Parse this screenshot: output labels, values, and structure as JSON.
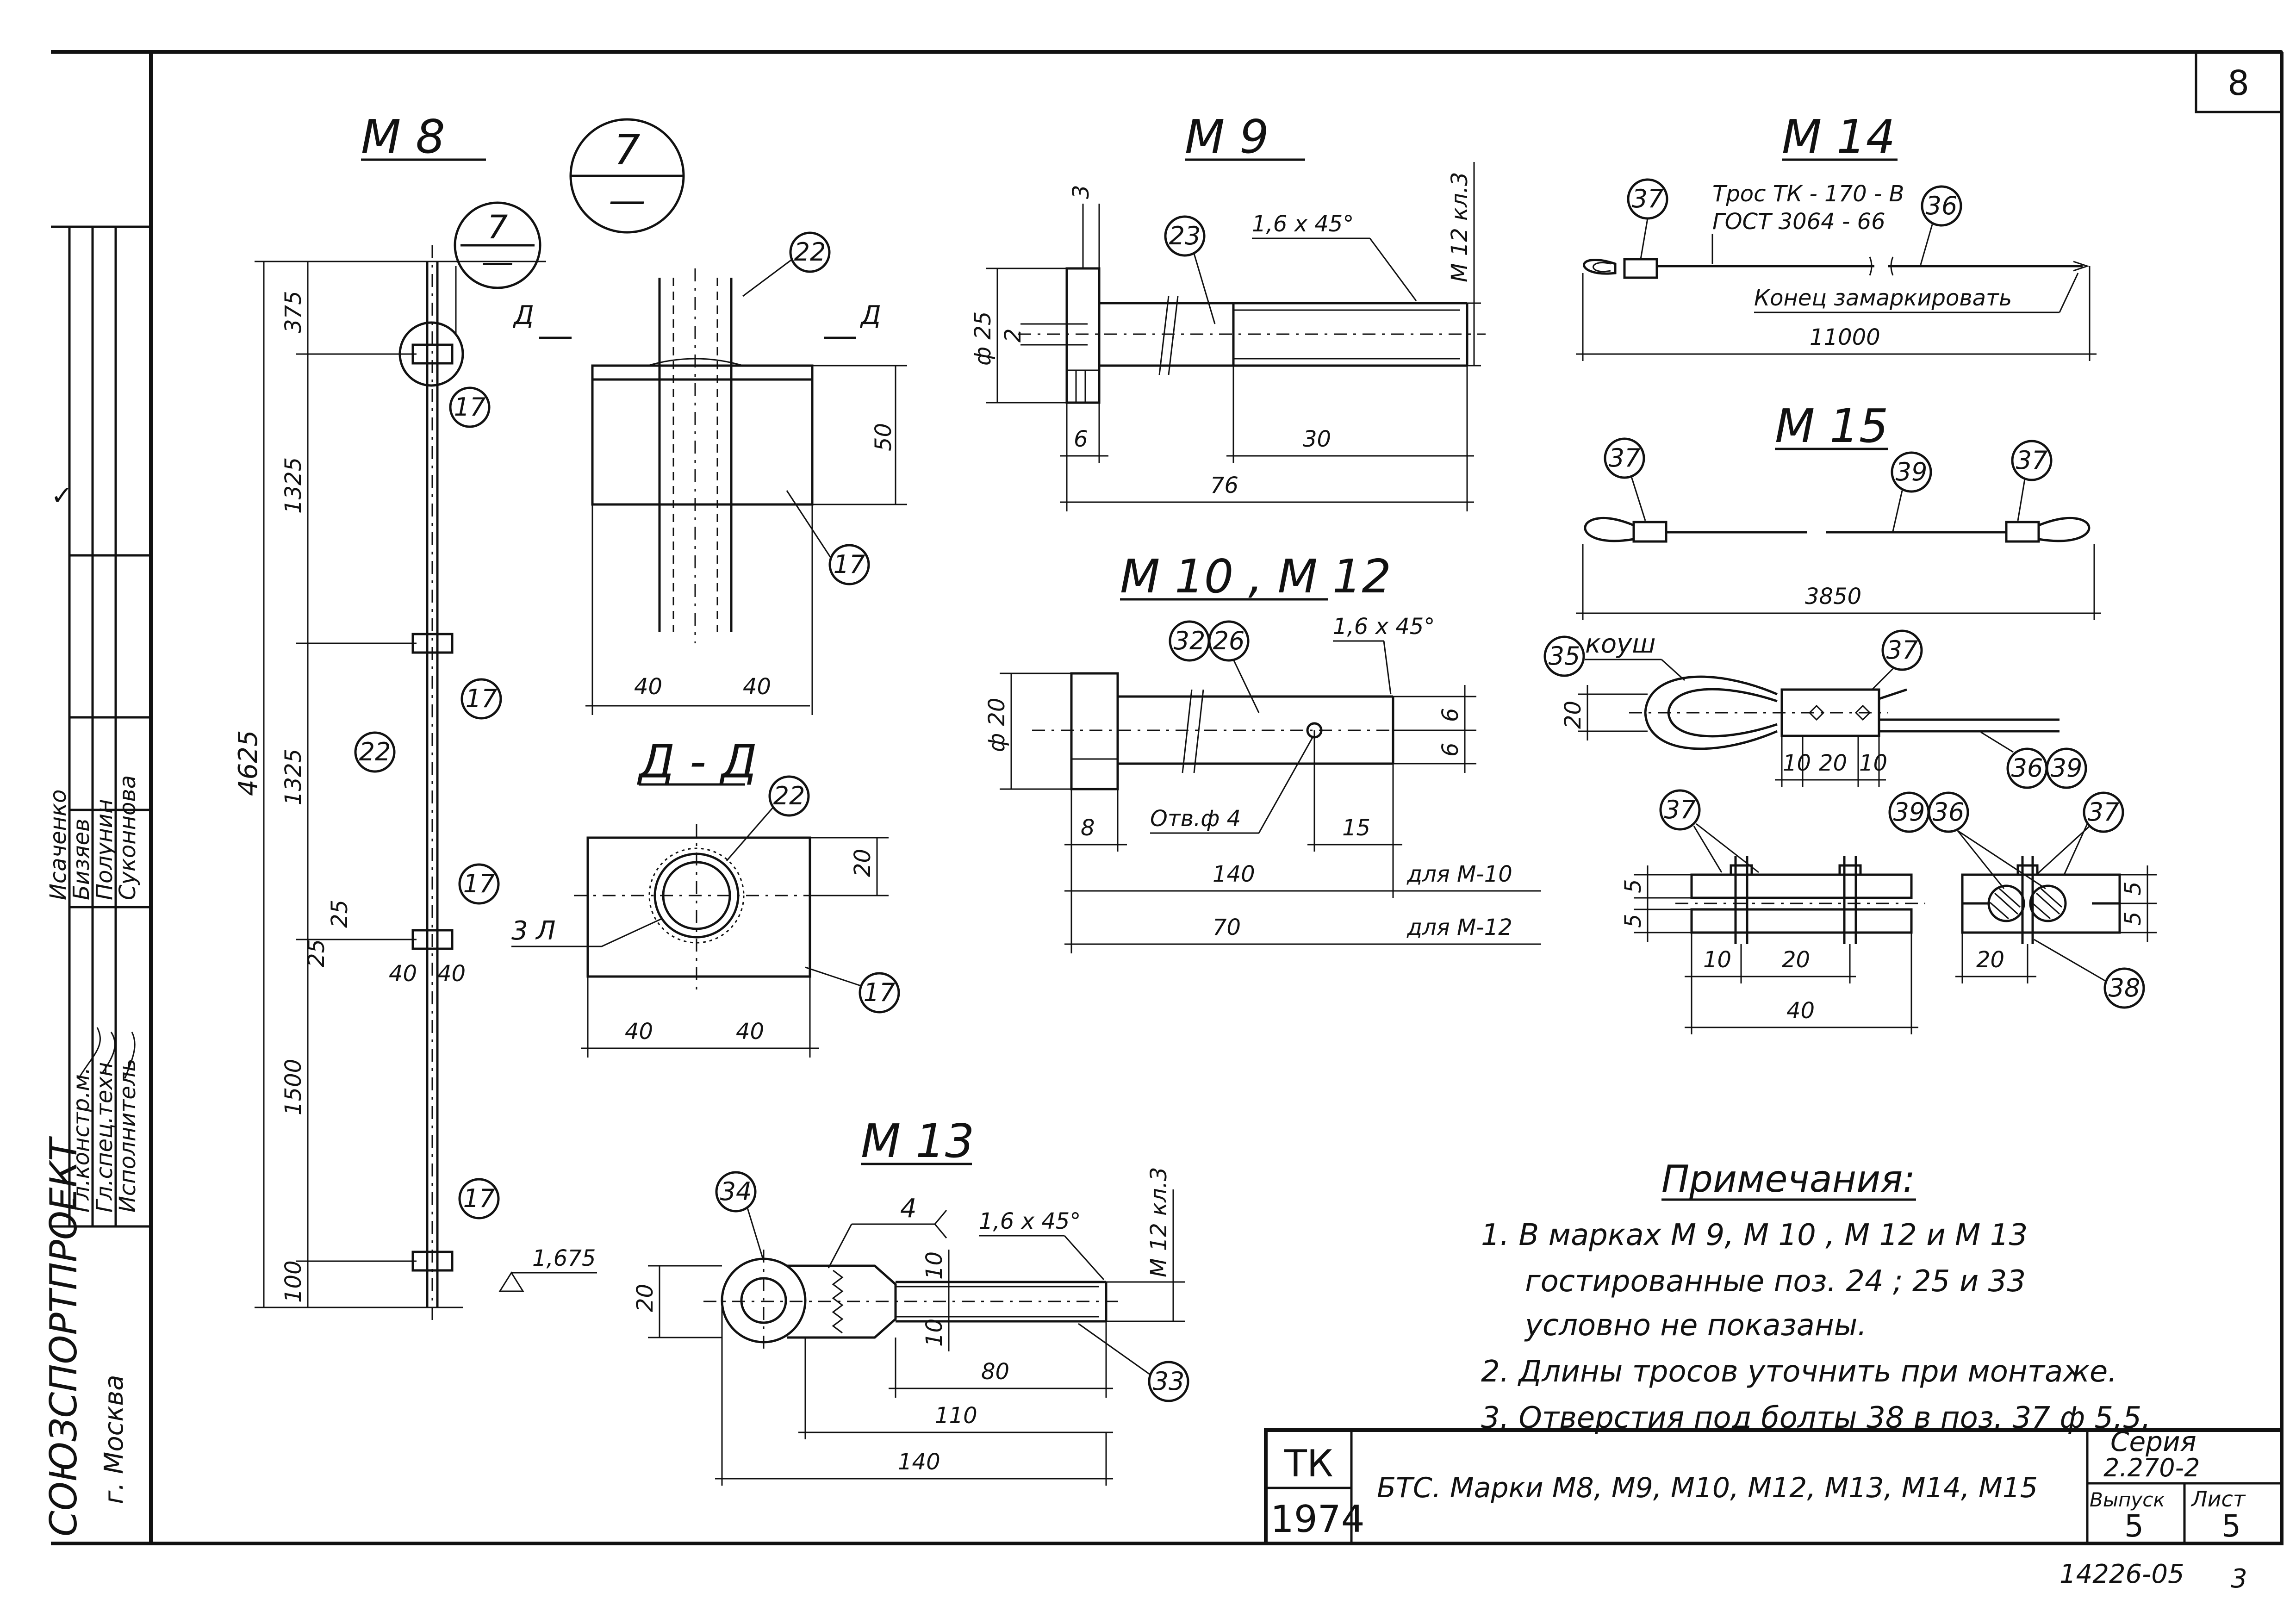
{
  "sheet": {
    "page_number": "8",
    "bottom_code": "14226-05",
    "bottom_mark": "3"
  },
  "side": {
    "org": "СОЮЗСПОРТПРОЕКТ",
    "city": "г. Москва",
    "roles": [
      "Гл.констр.м.",
      "Гл.спец.техн",
      "Исполнитель"
    ],
    "names": [
      "Исаченко",
      "Бизяев",
      "Полунин",
      "Суконнова"
    ],
    "check": "✓"
  },
  "m8": {
    "title": "М   8",
    "callout_top": "7",
    "callout_bottom": "—",
    "dims": [
      "375",
      "1325",
      "1325",
      "1500",
      "100",
      "4625",
      "25",
      "25",
      "40",
      "40"
    ],
    "bubbles": [
      "17",
      "17",
      "22",
      "17",
      "17"
    ],
    "section_mark": "Д",
    "level": "1,675"
  },
  "m8_detail": {
    "callout_top": "7",
    "callout_bottom": "—",
    "bubbles": [
      "22",
      "17"
    ],
    "dims": [
      "50",
      "40",
      "40"
    ],
    "section_mark": "Д"
  },
  "dd": {
    "title": "Д - Д",
    "bubbles": [
      "22",
      "17"
    ],
    "dims": [
      "20",
      "40",
      "40"
    ],
    "weld": "3 Л"
  },
  "m9": {
    "title": "М   9",
    "bubble": "23",
    "chamfer": "1,6 x 45°",
    "thread": "М 12 кл.3",
    "dims": [
      "3",
      "ф 25",
      "2",
      "6",
      "30",
      "76"
    ]
  },
  "m10": {
    "title": "М  10 , М  12",
    "bubbles": [
      "32",
      "26"
    ],
    "chamfer": "1,6 x 45°",
    "hole": "Отв.ф 4",
    "dims": [
      "ф 20",
      "6",
      "6",
      "8",
      "15",
      "140",
      "70"
    ],
    "row_labels": [
      "для  М-10",
      "для  М-12"
    ]
  },
  "m13": {
    "title": "М   13",
    "bubbles": [
      "34",
      "33"
    ],
    "weld": "4",
    "chamfer": "1,6 x 45°",
    "thread": "М 12 кл.3",
    "dims": [
      "20",
      "10",
      "10",
      "80",
      "110",
      "140"
    ]
  },
  "m14": {
    "title": "М   14",
    "bubbles": [
      "37",
      "36"
    ],
    "cable_line1": "Трос  ТК - 170 - В",
    "cable_line2": "ГОСТ   3064 - 66",
    "end_note": "Конец  замаркировать",
    "dim": "11000"
  },
  "m15": {
    "title": "М   15",
    "bubbles": [
      "37",
      "39",
      "37"
    ],
    "dim": "3850"
  },
  "thimble": {
    "label": "коуш",
    "bubbles": [
      "35",
      "37",
      "36",
      "39"
    ],
    "dims": [
      "20",
      "10",
      "20",
      "10"
    ]
  },
  "clamps": {
    "bubbles_left": [
      "37"
    ],
    "bubbles_right": [
      "39",
      "36",
      "37",
      "38"
    ],
    "dims_left": [
      "5",
      "5",
      "10",
      "20",
      "40"
    ],
    "dims_right": [
      "5",
      "5",
      "20"
    ]
  },
  "notes": {
    "heading": "Примечания:",
    "lines": [
      "1.  В   марках   М 9,  М 10 ,  М 12   и   М 13",
      "гостированные   поз.  24 ;  25  и  33",
      "условно   не   показаны.",
      "2.  Длины  тросов  уточнить  при  монтаже.",
      "3.  Отверстия  под  болты  38  в  поз. 37  ф 5,5."
    ]
  },
  "title_block": {
    "tk": "ТК",
    "year": "1974",
    "description": "БТС.  Марки   М8,  М9,  М10,  М12,  М13,  М14,  М15",
    "series_label": "Серия",
    "series_value": "2.270-2",
    "issue_label": "Выпуск",
    "issue_value": "5",
    "sheet_label": "Лист",
    "sheet_value": "5"
  }
}
